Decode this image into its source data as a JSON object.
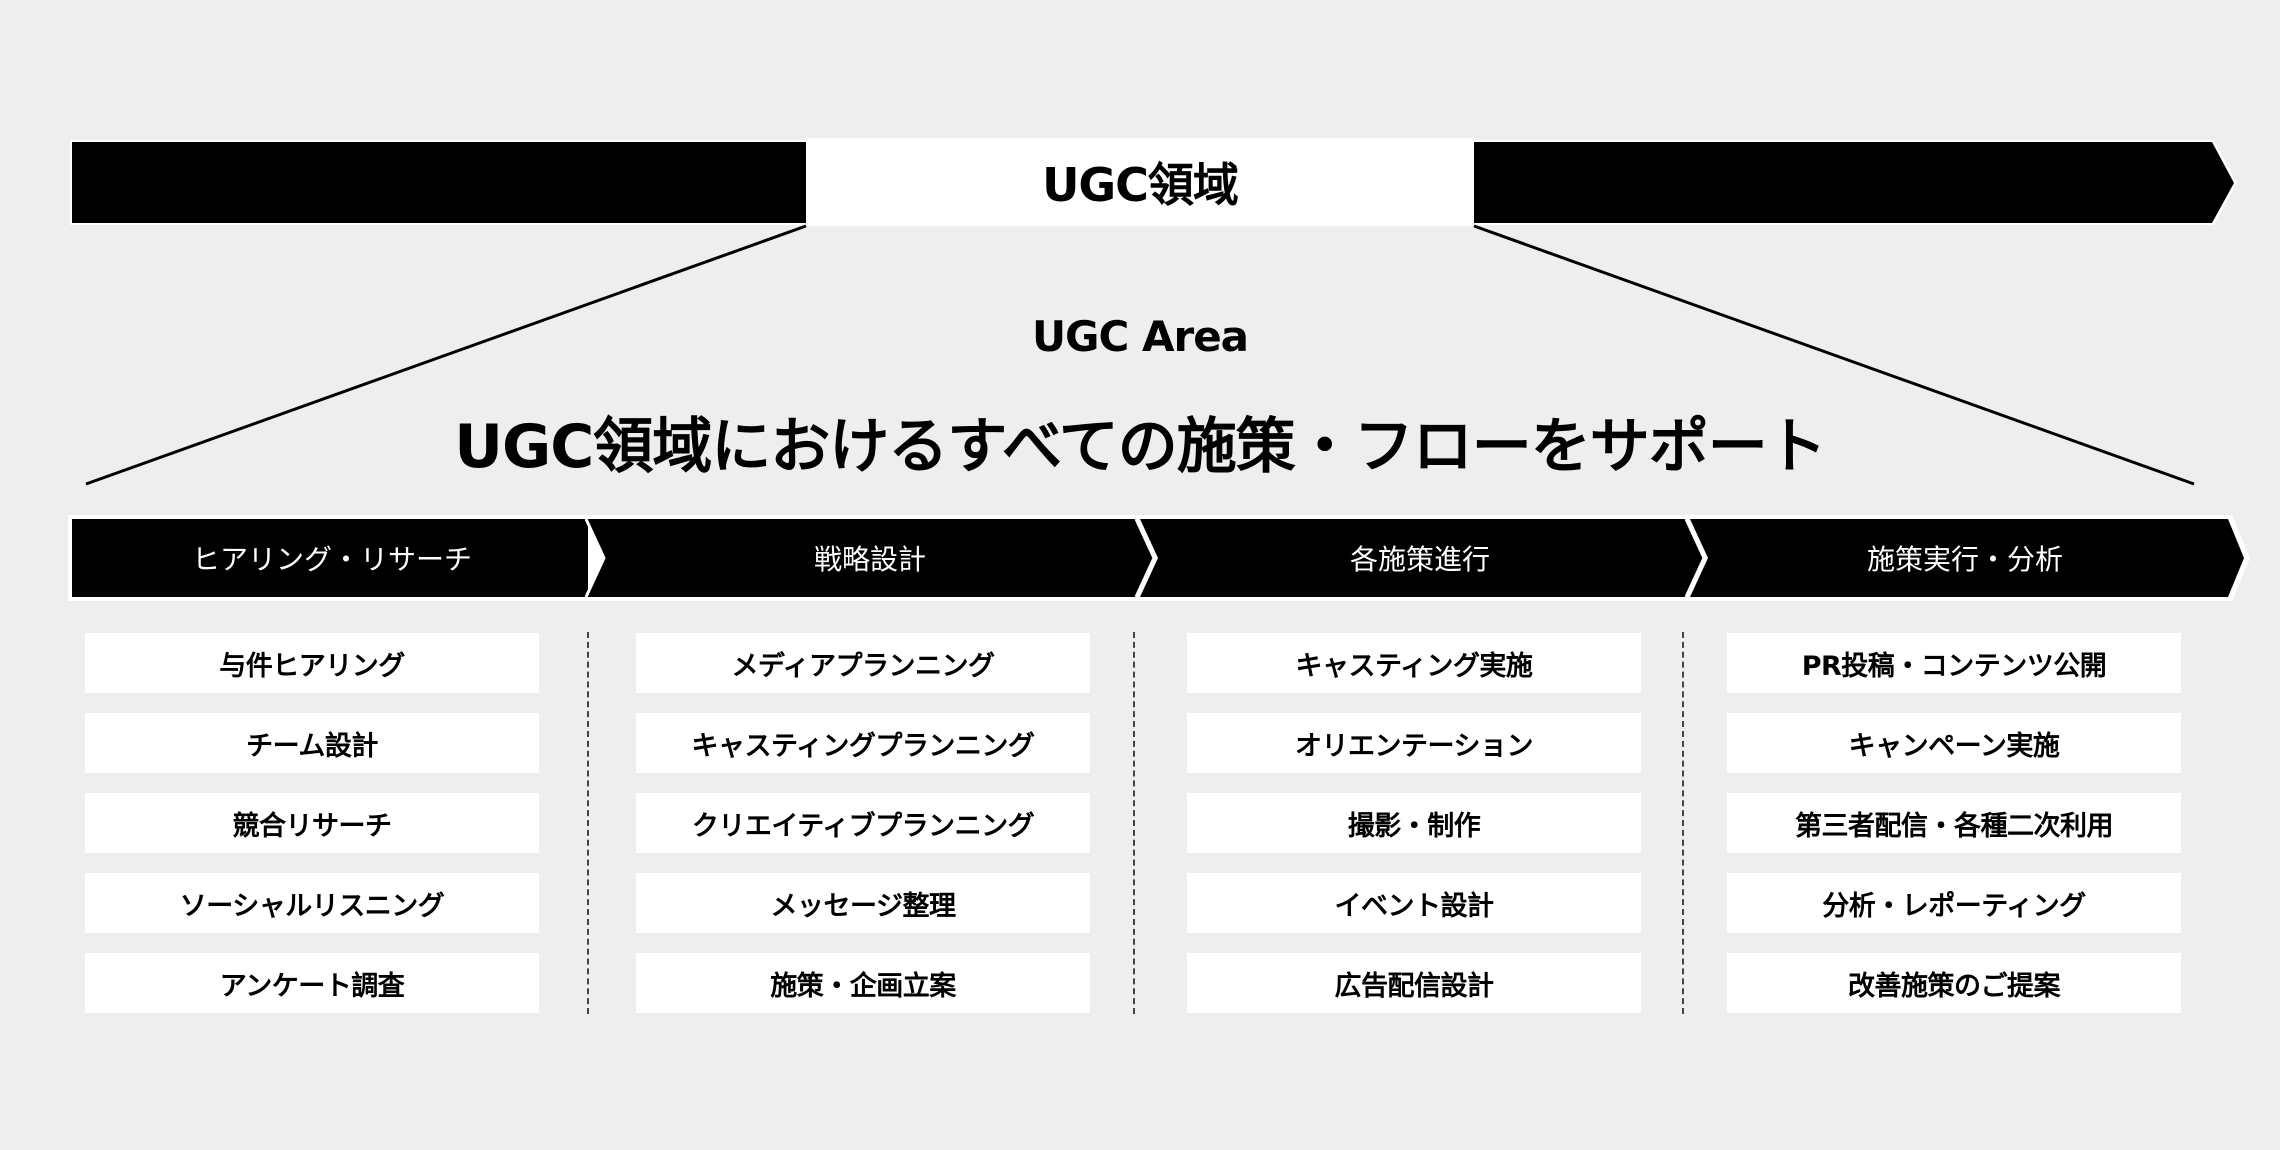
{
  "banner": {
    "title": "UGC領域",
    "subtitle_en": "UGC Area",
    "headline": "UGC領域におけるすべての施策・フローをサポート"
  },
  "colors": {
    "background": "#eeeeee",
    "bar": "#000000",
    "card": "#ffffff",
    "text": "#000000",
    "phase_text": "#ffffff"
  },
  "phases": [
    {
      "label": "ヒアリング・リサーチ",
      "items": [
        "与件ヒアリング",
        "チーム設計",
        "競合リサーチ",
        "ソーシャルリスニング",
        "アンケート調査"
      ]
    },
    {
      "label": "戦略設計",
      "items": [
        "メディアプランニング",
        "キャスティングプランニング",
        "クリエイティブプランニング",
        "メッセージ整理",
        "施策・企画立案"
      ]
    },
    {
      "label": "各施策進行",
      "items": [
        "キャスティング実施",
        "オリエンテーション",
        "撮影・制作",
        "イベント設計",
        "広告配信設計"
      ]
    },
    {
      "label": "施策実行・分析",
      "items": [
        "PR投稿・コンテンツ公開",
        "キャンペーン実施",
        "第三者配信・各種二次利用",
        "分析・レポーティング",
        "改善施策のご提案"
      ]
    }
  ]
}
